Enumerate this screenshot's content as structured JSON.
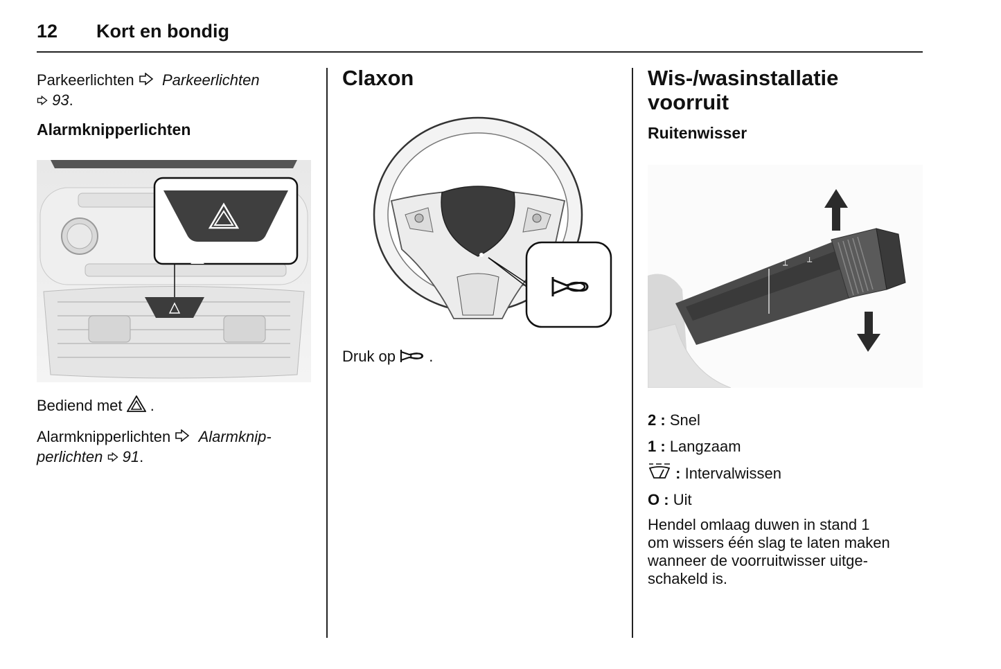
{
  "header": {
    "page_number": "12",
    "title": "Kort en bondig"
  },
  "col1": {
    "parking_label": "Parkeerlichten",
    "parking_ref_title": "Parkeerlichten",
    "parking_ref_page": "93",
    "hazard_heading": "Alarmknipperlichten",
    "operated_with": "Bediend met",
    "hazard_label": "Alarmknipperlichten",
    "hazard_ref_title_1": "Alarmknip-",
    "hazard_ref_title_2": "perlichten",
    "hazard_ref_page": "91"
  },
  "col2": {
    "heading": "Claxon",
    "press_text": "Druk op"
  },
  "col3": {
    "heading_line1": "Wis-/wasinstallatie",
    "heading_line2": "voorruit",
    "subheading": "Ruitenwisser",
    "items": [
      {
        "key": "2 :",
        "text": "Snel"
      },
      {
        "key": "1 :",
        "text": "Langzaam"
      },
      {
        "key": ":",
        "text": "Intervalwissen",
        "icon": "interval-wiper-icon"
      },
      {
        "key": "O :",
        "text": "Uit"
      }
    ],
    "paragraph_lines": [
      "Hendel omlaag duwen in stand 1",
      "om wissers één slag te laten maken",
      "wanneer de voorruitwisser uitge-",
      "schakeld is."
    ]
  }
}
